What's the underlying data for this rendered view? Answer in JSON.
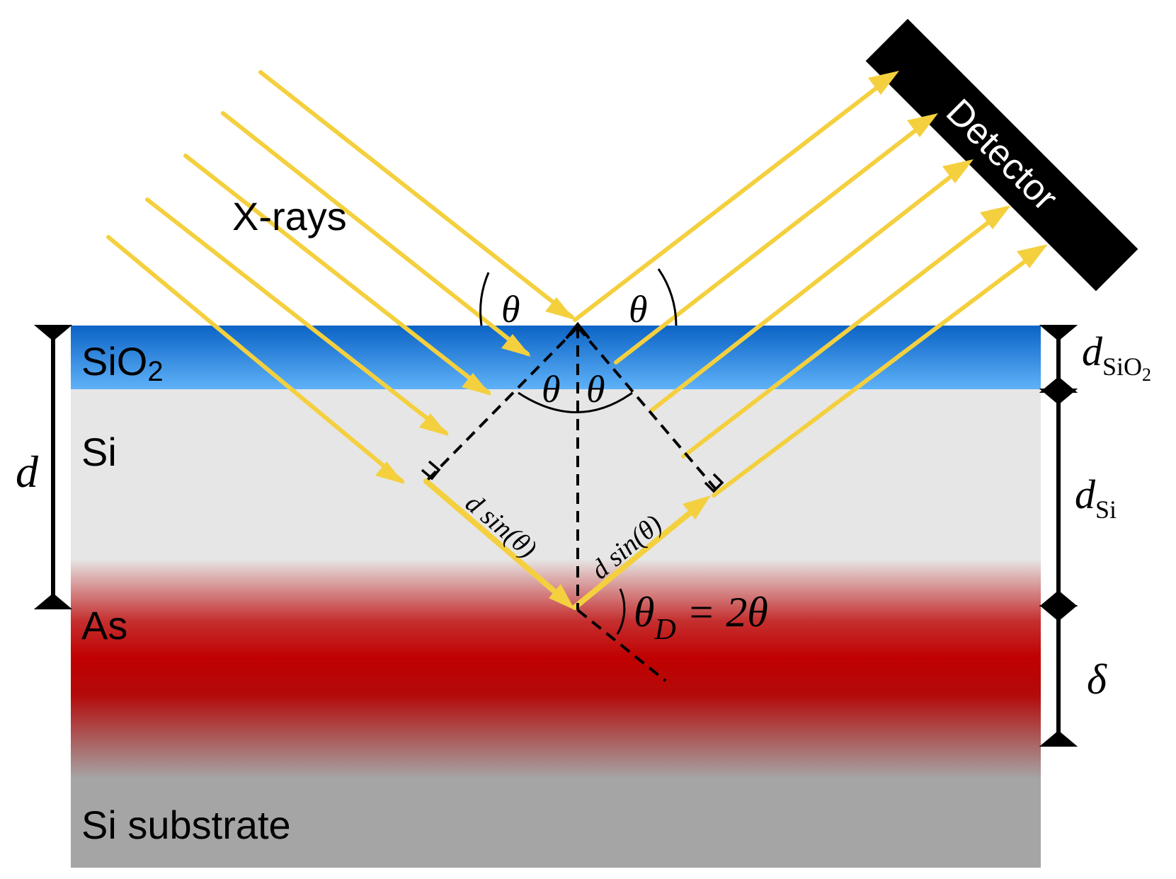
{
  "layers": [
    {
      "key": "sio2",
      "label_main": "SiO",
      "label_sub": "2"
    },
    {
      "key": "si",
      "label_main": "Si"
    },
    {
      "key": "as",
      "label_main": "As"
    },
    {
      "key": "substrate",
      "label_main": "Si substrate"
    }
  ],
  "labels": {
    "xrays": "X-rays",
    "detector": "Detector",
    "theta": "θ",
    "d": "d",
    "dsin_left": "d sin(θ)",
    "dsin_right": "d sin(θ)",
    "theta_d_main": "θ",
    "theta_d_sub": "D",
    "theta_d_rest": " = 2θ",
    "d_sio2_main": "d",
    "d_sio2_sub": "SiO",
    "d_sio2_subsub": "2",
    "d_si_main": "d",
    "d_si_sub": "Si",
    "delta": "δ"
  },
  "colors": {
    "ray": "#F4D03F",
    "sio2_top": "#0B63C5",
    "sio2_bottom": "#5AAEF5",
    "si": "#E6E6E6",
    "as": "#C00000",
    "substrate": "#A5A5A5",
    "detector": "#000000"
  }
}
